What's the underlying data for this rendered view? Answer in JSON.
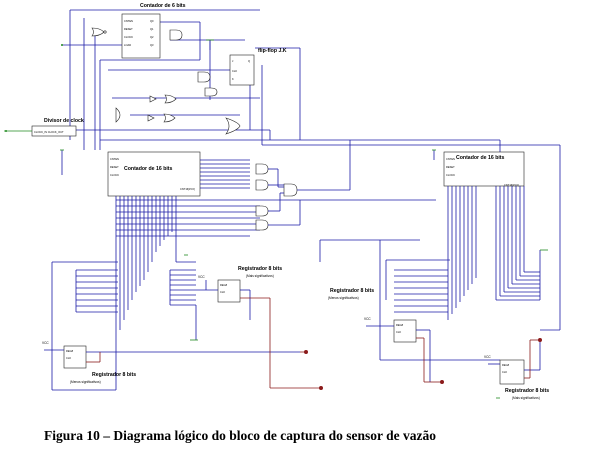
{
  "figure": {
    "caption": "Figura 10 – Diagrama lógico do bloco de captura do sensor de vazão"
  },
  "blocks": {
    "counter6": "Contador de 6 bits",
    "flipflop": "flip-flop J.K",
    "clockdiv": "Divisor de clock",
    "counter16_left": "Contador de 16 bits",
    "counter16_right": "Contador de 16 bits",
    "reg_mid_title": "Registrador 8 bits",
    "reg_mid_sub": "(Mais significativos)",
    "reg_bl_title": "Registrador 8 bits",
    "reg_bl_sub": "(Menos significativos)",
    "reg_rm_title": "Registrador 8 bits",
    "reg_rm_sub": "(Menos significativos)",
    "reg_br_title": "Registrador 8 bits",
    "reg_br_sub": "(Mais significativos)"
  },
  "colors": {
    "wire": "#1a1aa6",
    "wire_out": "#8b1a1a",
    "wire_in": "#1f8a1f",
    "block_stroke": "#222222"
  }
}
